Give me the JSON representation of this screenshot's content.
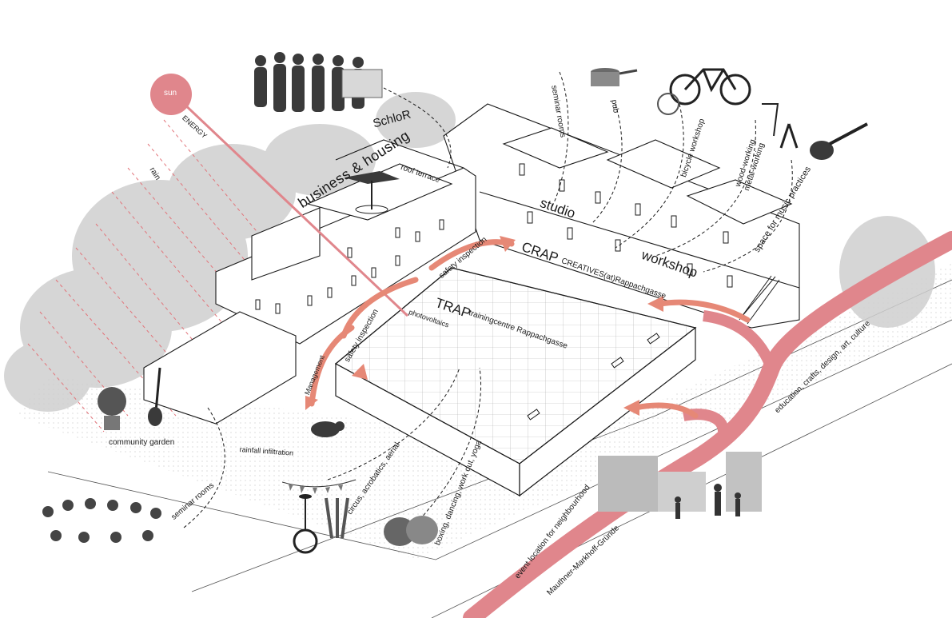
{
  "colors": {
    "accent_pink": "#e0868c",
    "arrow_coral": "#e68876",
    "line_dark": "#1a1a1a",
    "vegetation_grey": "#c9c9c9",
    "rain_red": "#e2747a"
  },
  "labels": {
    "sun": "sun",
    "energy": "ENERGY",
    "rain": "rain",
    "schlor": "SchloR",
    "business_housing": "business & housing",
    "roof_terrace": "roof terrace",
    "studio": "studio",
    "workshop": "workshop",
    "crap": "CRAP",
    "crap_full": "CREATIVES(at)Rappachgasse",
    "trap": "TRAP",
    "trap_full": "trainingcentre Rappachgasse",
    "photovoltaics": "photovoltaics",
    "safety_inspection_1": "safety inspection",
    "safety_inspection_2": "safety inspection",
    "management": "Management",
    "community_garden": "community garden",
    "rainfall_infiltration": "rainfall infiltration",
    "seminar_rooms_top": "seminar rooms",
    "seminar_rooms_bottom": "seminar rooms",
    "pub": "pub",
    "bicycle_workshop": "bicycle workshop",
    "wood_working": "wood-working",
    "metal_working": "metal-working",
    "music_practices": "space for music practices",
    "circus": "circus, acrobatics, aerial",
    "boxing": "boxing, dancing, work out, yoga",
    "education": "education, crafts, design, art, culture",
    "event_location": "event location for neighbourhood",
    "street": "Mauthner-Markhoff-Gründe"
  },
  "icons": [
    "group-of-people-photo",
    "saucepan-icon",
    "bicycle-icon",
    "hacksaw-icon",
    "pliers-icon",
    "guitar-icon",
    "parasol-table-icon",
    "potted-plant-icon",
    "shovel-icon",
    "pig-icon",
    "unicycle-icon",
    "juggling-clubs-icon",
    "bunting-icon",
    "boxing-gloves-icon",
    "seminar-circle-photo",
    "neighbourhood-photo"
  ]
}
